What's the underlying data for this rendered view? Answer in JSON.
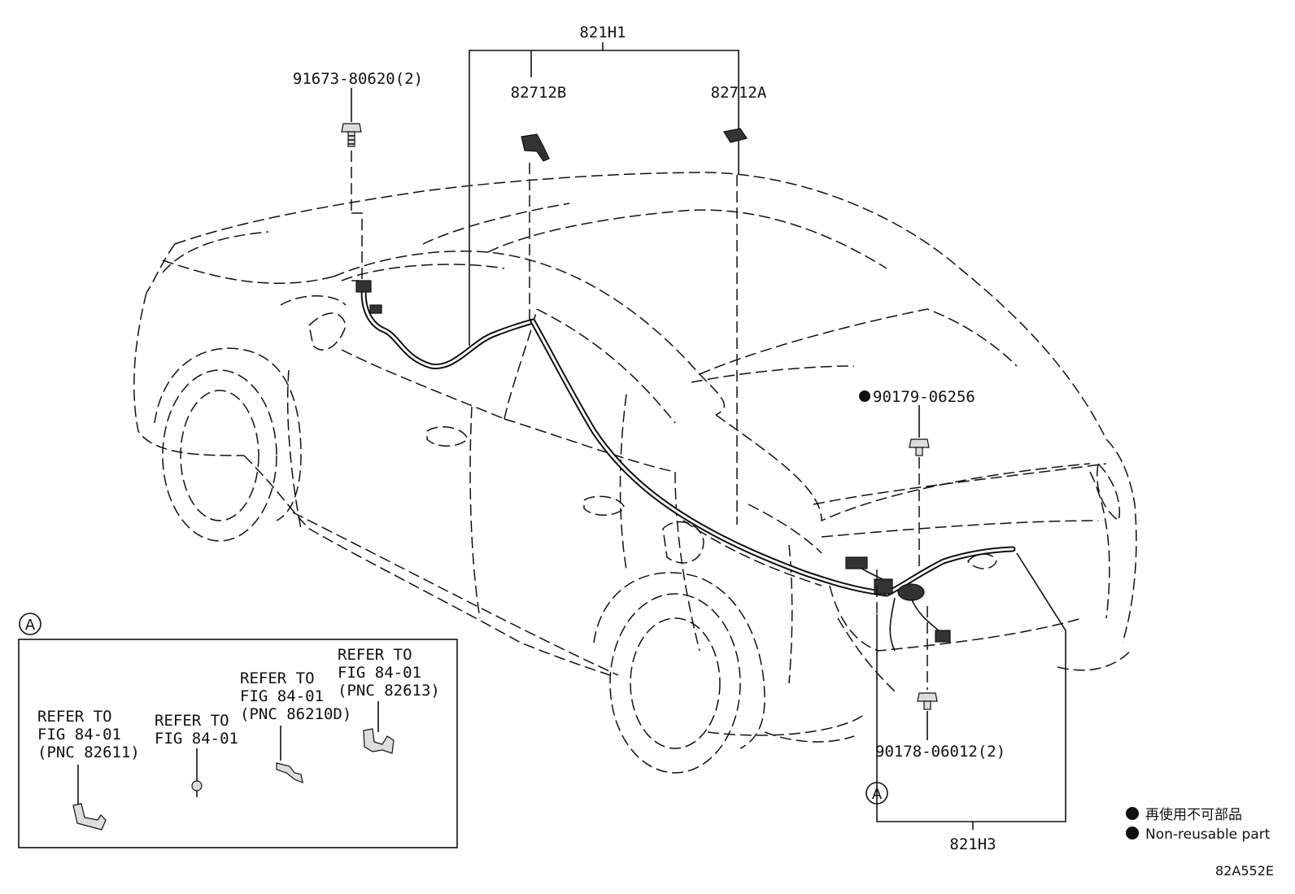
{
  "labels": {
    "assembly_top": "821H1",
    "part_b": "82712B",
    "part_a": "82712A",
    "bolt": "91673-80620(2)",
    "clip_upper": "90179-06256",
    "clip_lower": "90178-06012(2)",
    "assembly_bottom": "821H3",
    "callout": "A",
    "figure_code": "82A552E"
  },
  "legend": {
    "japanese": "再使用不可部品",
    "english": "Non-reusable part"
  },
  "inset": {
    "marker": "A",
    "notes": [
      {
        "l1": "REFER TO",
        "l2": "FIG 84-01",
        "l3": "(PNC 82611)"
      },
      {
        "l1": "REFER TO",
        "l2": "FIG 84-01",
        "l3": ""
      },
      {
        "l1": "REFER TO",
        "l2": "FIG 84-01",
        "l3": "(PNC 86210D)"
      },
      {
        "l1": "REFER TO",
        "l2": "FIG 84-01",
        "l3": "(PNC 82613)"
      }
    ]
  }
}
